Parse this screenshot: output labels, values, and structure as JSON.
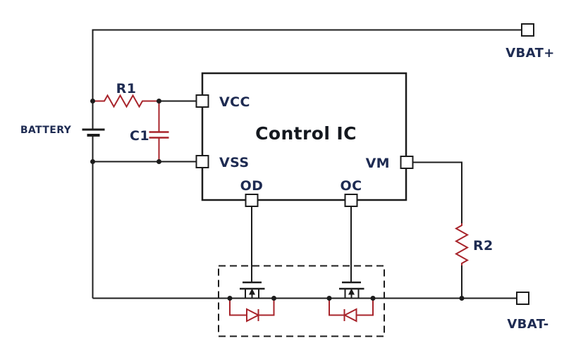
{
  "colors": {
    "background": "#ffffff",
    "wire": "#1c1c1c",
    "component_red": "#a8242b",
    "label_navy": "#1e2b52",
    "title_dark": "#14181f"
  },
  "diagram": {
    "type": "battery-protection-circuit-schematic",
    "ic": {
      "title": "Control IC",
      "pins": {
        "vcc": "VCC",
        "vss": "VSS",
        "vm": "VM",
        "od": "OD",
        "oc": "OC"
      }
    },
    "components": {
      "battery": "BATTERY",
      "resistor_r1": "R1",
      "capacitor_c1": "C1",
      "resistor_r2": "R2"
    },
    "terminals": {
      "positive": "VBAT+",
      "negative": "VBAT-"
    }
  }
}
